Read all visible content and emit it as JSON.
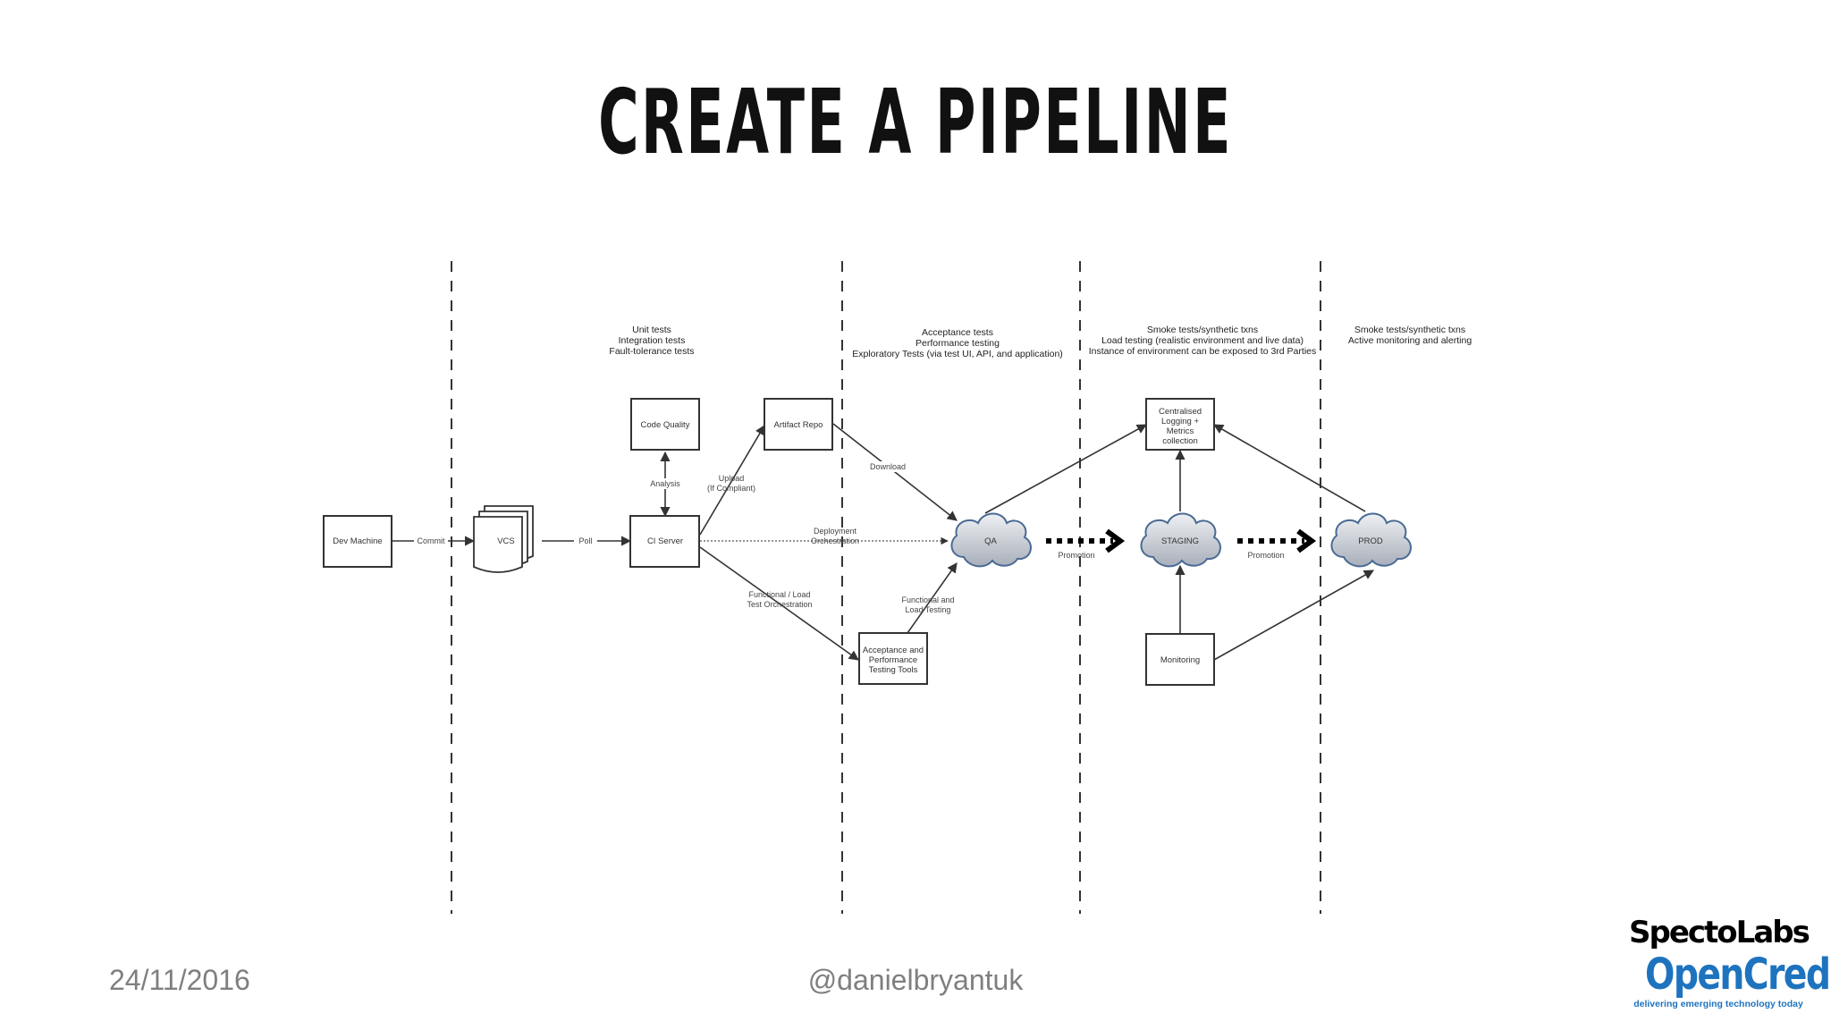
{
  "slide": {
    "title": "CREATE A PIPELINE",
    "date": "24/11/2016",
    "handle": "@danielbryantuk"
  },
  "stages": {
    "build_notes": [
      "Unit tests",
      "Integration tests",
      "Fault-tolerance tests"
    ],
    "qa_notes": [
      "Acceptance tests",
      "Performance testing",
      "Exploratory Tests (via test UI, API, and application)"
    ],
    "staging_notes": [
      "Smoke tests/synthetic txns",
      "Load testing (realistic environment and live data)",
      "Instance of environment can be exposed to 3rd Parties"
    ],
    "prod_notes": [
      "Smoke tests/synthetic txns",
      "Active monitoring and alerting"
    ]
  },
  "nodes": {
    "dev_machine": "Dev Machine",
    "vcs": "VCS",
    "ci_server": "CI Server",
    "code_quality": "Code Quality",
    "artifact_repo": "Artifact Repo",
    "acceptance_tools": [
      "Acceptance and",
      "Performance",
      "Testing Tools"
    ],
    "qa": "QA",
    "staging": "STAGING",
    "prod": "PROD",
    "logging": [
      "Centralised",
      "Logging +",
      "Metrics",
      "collection"
    ],
    "monitoring": "Monitoring"
  },
  "edges": {
    "commit": "Commit",
    "poll": "Poll",
    "analysis": "Analysis",
    "upload": [
      "Upload",
      "(If Compliant)"
    ],
    "download": "Download",
    "deployment": [
      "Deployment",
      "Orchestration"
    ],
    "functional_load": [
      "Functional / Load",
      "Test Orchestration"
    ],
    "functional_testing": [
      "Functional and",
      "Load Testing"
    ],
    "promotion_1": "Promotion",
    "promotion_2": "Promotion"
  },
  "logos": {
    "spectolabs": "SpectoLabs",
    "opencredo": "OpenCredo",
    "tagline": "delivering emerging technology today"
  },
  "colors": {
    "footer_text": "#7f7f7f",
    "opencredo_blue": "#1e73be",
    "cloud_fill": "#c9ced6",
    "cloud_stroke": "#4a6a94"
  }
}
